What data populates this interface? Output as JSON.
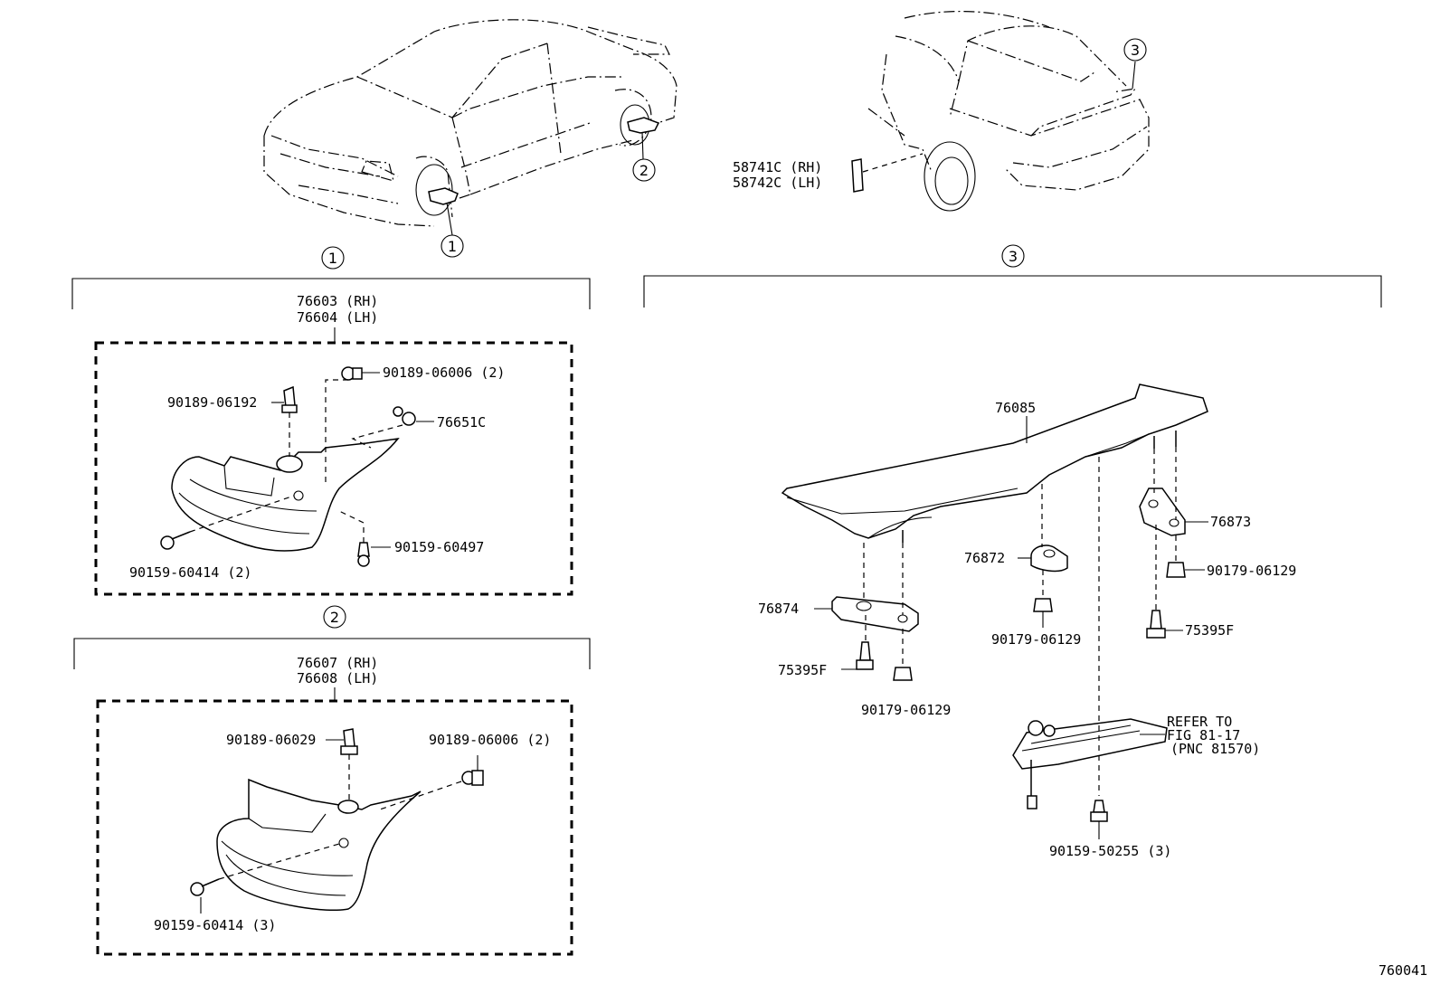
{
  "figure_number": "760041",
  "callouts": {
    "one": "1",
    "two": "2",
    "three": "3"
  },
  "sections": {
    "front_mudguard": {
      "callout": "1",
      "assembly_rh": "76603 (RH)",
      "assembly_lh": "76604 (LH)",
      "parts": [
        {
          "part_no": "90189-06192"
        },
        {
          "part_no": "90189-06006 (2)"
        },
        {
          "part_no": "76651C"
        },
        {
          "part_no": "90159-60497"
        },
        {
          "part_no": "90159-60414 (2)"
        }
      ]
    },
    "rear_mudguard": {
      "callout": "2",
      "assembly_rh": "76607 (RH)",
      "assembly_lh": "76608 (LH)",
      "parts": [
        {
          "part_no": "90189-06029"
        },
        {
          "part_no": "90189-06006 (2)"
        },
        {
          "part_no": "90159-60414 (3)"
        }
      ]
    },
    "rear_spoiler": {
      "callout": "3",
      "emblem_rh": "58741C (RH)",
      "emblem_lh": "58742C (LH)",
      "parts": [
        {
          "part_no": "76085"
        },
        {
          "part_no": "76873"
        },
        {
          "part_no": "90179-06129"
        },
        {
          "part_no": "76872"
        },
        {
          "part_no": "75395F"
        },
        {
          "part_no": "76874"
        },
        {
          "part_no": "75395F"
        },
        {
          "part_no": "90179-06129"
        },
        {
          "part_no": "90179-06129"
        },
        {
          "part_no": "90159-50255 (3)"
        }
      ],
      "reference": {
        "line1": "REFER TO",
        "line2": "FIG 81-17",
        "line3": "(PNC 81570)"
      }
    }
  }
}
